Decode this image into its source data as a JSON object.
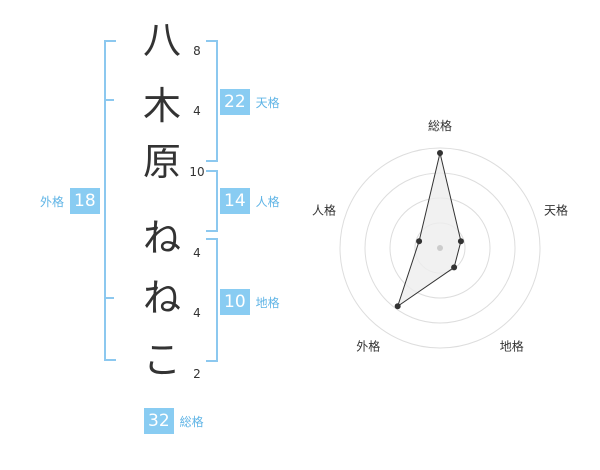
{
  "name": {
    "chars": [
      {
        "char": "八",
        "strokes": "8"
      },
      {
        "char": "木",
        "strokes": "4"
      },
      {
        "char": "原",
        "strokes": "10"
      },
      {
        "char": "ね",
        "strokes": "4"
      },
      {
        "char": "ね",
        "strokes": "4"
      },
      {
        "char": "こ",
        "strokes": "2"
      }
    ]
  },
  "fortune": {
    "tenkaku": {
      "value": "22",
      "label": "天格"
    },
    "jinkaku": {
      "value": "14",
      "label": "人格"
    },
    "chikaku": {
      "value": "10",
      "label": "地格"
    },
    "gaikaku": {
      "value": "18",
      "label": "外格"
    },
    "soukaku": {
      "value": "32",
      "label": "総格"
    }
  },
  "chart_data": {
    "type": "radar",
    "axes": [
      "総格",
      "天格",
      "地格",
      "外格",
      "人格"
    ],
    "values": [
      0.95,
      0.22,
      0.24,
      0.72,
      0.22
    ],
    "rings": 4,
    "colors": {
      "ring": "#dddddd",
      "line": "#333333",
      "fill": "#eeeeee",
      "center": "#cccccc"
    }
  }
}
